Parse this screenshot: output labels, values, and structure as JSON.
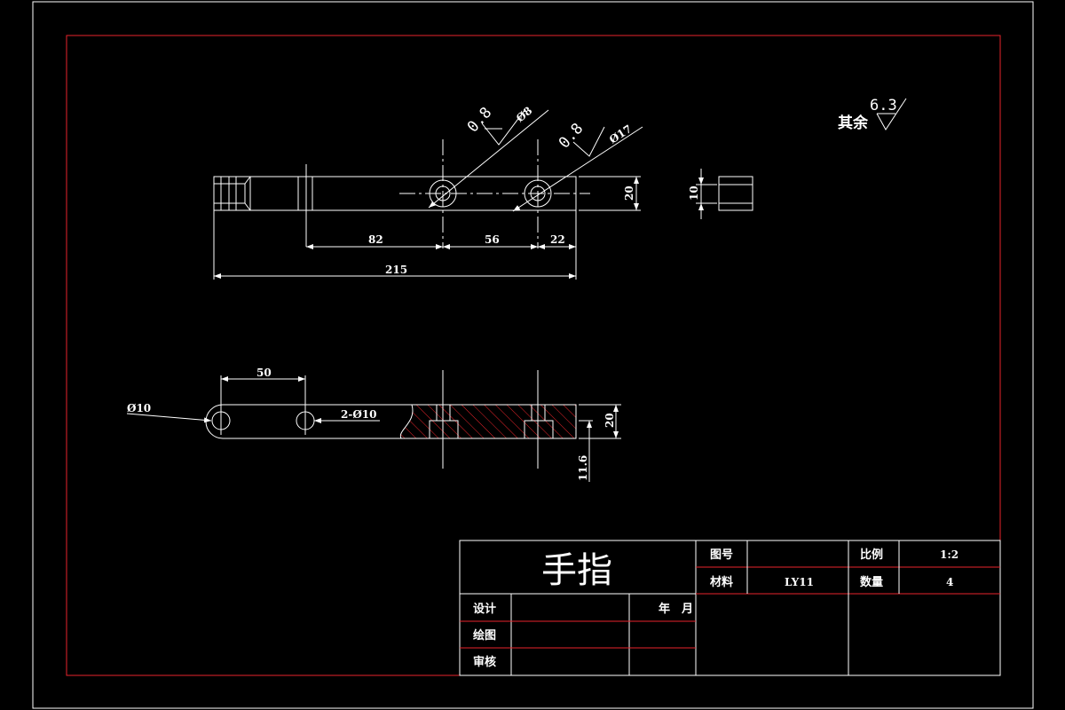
{
  "colors": {
    "background": "#000000",
    "lines": "#ffffff",
    "frame": "#e8242b",
    "hatch": "#e8242b"
  },
  "top_view": {
    "roughness_1": "0.8",
    "diameter_1": "Ø8",
    "roughness_2": "0.8",
    "diameter_2": "Ø17",
    "dim_height": "20",
    "dim_82": "82",
    "dim_56": "56",
    "dim_22": "22",
    "dim_215": "215"
  },
  "side_view": {
    "dim_10": "10"
  },
  "bottom_view": {
    "dim_50": "50",
    "diameter_end": "Ø10",
    "holes_label": "2-Ø10",
    "dim_height": "20",
    "dim_depth": "11.6"
  },
  "surface_finish": {
    "remark": "其余",
    "value": "6.3"
  },
  "title_block": {
    "part_name": "手指",
    "drawing_no_label": "图号",
    "drawing_no_value": "",
    "scale_label": "比例",
    "scale_value": "1:2",
    "material_label": "材料",
    "material_value": "LY11",
    "quantity_label": "数量",
    "quantity_value": "4",
    "design_label": "设计",
    "drawn_label": "绘图",
    "review_label": "审核",
    "year_label": "年",
    "month_label": "月"
  }
}
